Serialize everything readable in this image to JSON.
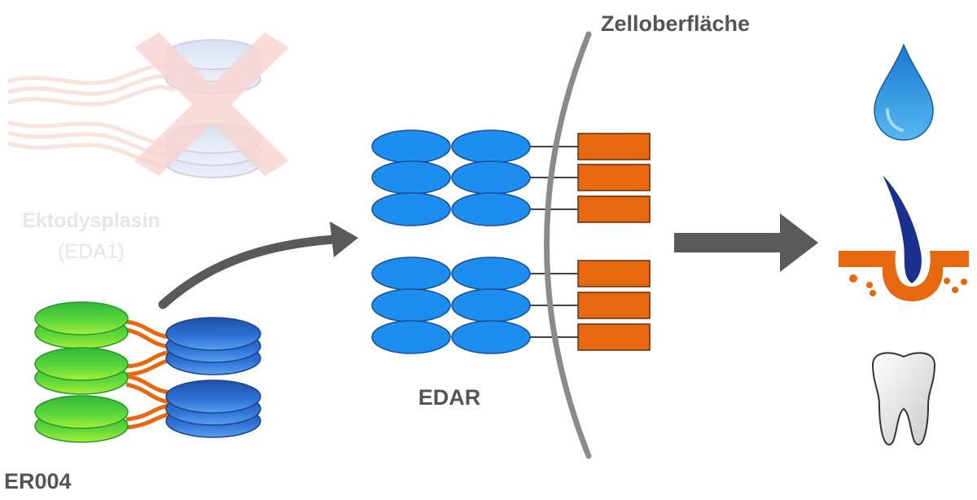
{
  "labels": {
    "surface": "Zelloberfläche",
    "ligand_name": "Ektodysplasin",
    "ligand_abbr": "(EDA1)",
    "receptor": "EDAR",
    "drug": "ER004"
  },
  "colors": {
    "receptor_blue": "#1c8ef0",
    "receptor_stroke": "#1b4d8f",
    "receptor_tail": "#e8680f",
    "membrane": "#8a8a8a",
    "arrow": "#5a5a5a",
    "label": "#555555",
    "faded_label": "#e6e6e6",
    "drug_green": "#4fcf32",
    "drug_blue": "#2a66c9",
    "drug_linker": "#e8680f"
  },
  "icons": [
    "sweat-drop-icon",
    "hair-follicle-icon",
    "tooth-icon"
  ]
}
